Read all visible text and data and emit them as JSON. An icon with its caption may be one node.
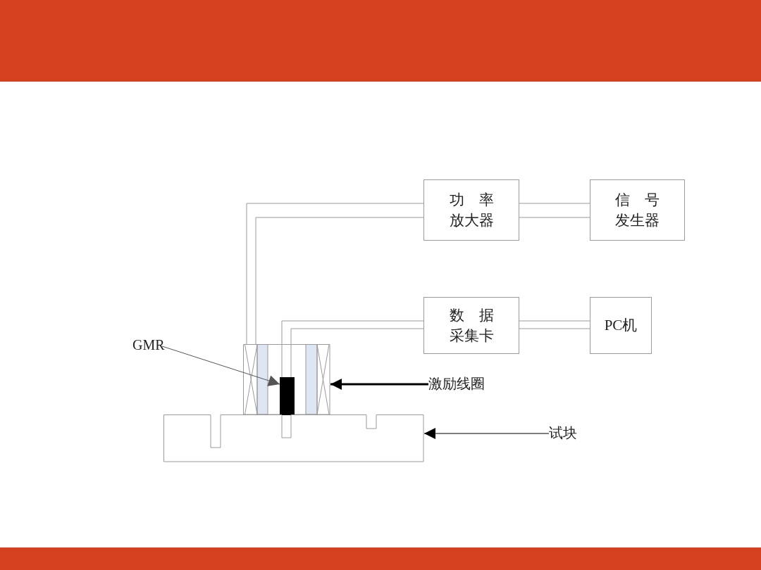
{
  "diagram": {
    "nodes": [
      {
        "text": [
          "功　率放大器"
        ]
      },
      {
        "text": [
          "信　号发生器"
        ]
      },
      {
        "text": [
          "数　据采集卡"
        ]
      },
      {
        "text": [
          "PC机"
        ]
      },
      {
        "text": [
          "GMR"
        ]
      },
      {
        "text": [
          "激励线圈"
        ]
      },
      {
        "text": [
          "试块"
        ]
      },
      {
        "text": [],
        "shape": "box"
      },
      {
        "text": [],
        "shape": "bar",
        "in": 7
      },
      {
        "text": [],
        "shape": "box"
      }
    ],
    "edges": [
      {
        "from": 1,
        "to": 0,
        "arrow": "none"
      },
      {
        "from": 1,
        "to": 0,
        "arrow": "none"
      },
      {
        "from": 0,
        "to": 7,
        "arrow": "none"
      },
      {
        "from": 0,
        "to": 7,
        "arrow": "none"
      },
      {
        "from": 3,
        "to": 2,
        "arrow": "none"
      },
      {
        "from": 3,
        "to": 2,
        "arrow": "none"
      },
      {
        "from": 2,
        "to": 8,
        "arrow": "none"
      },
      {
        "from": 2,
        "to": 8,
        "arrow": "none"
      },
      {
        "from": 4,
        "to": 8,
        "arrow": "to",
        "color": "#555555"
      },
      {
        "from": 5,
        "to": 7,
        "arrow": "to",
        "style": "thick",
        "color": "#000000"
      },
      {
        "from": 6,
        "to": 9,
        "arrow": "to",
        "color": "#000000"
      }
    ]
  }
}
